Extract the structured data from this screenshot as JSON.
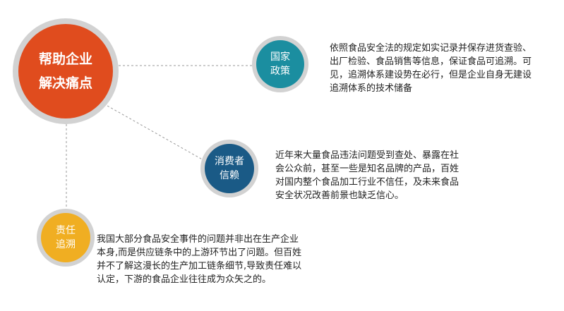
{
  "hub": {
    "line1": "帮助企业",
    "line2": "解决痛点"
  },
  "nodes": [
    {
      "line1": "国家",
      "line2": "政策",
      "color": "#1b8ea0",
      "text": "依照食品安全法的规定如实记录并保存进货查验、出厂检验、食品销售等信息，保证食品可追溯。可见，追溯体系建设势在必行，但是企业自身无建设追溯体系的技术储备"
    },
    {
      "line1": "消费者",
      "line2": "信赖",
      "color": "#1a5a86",
      "text": "近年来大量食品违法问题受到查处、暴露在社会公众前，甚至一些是知名品牌的产品，百姓对国内整个食品加工行业不信任，及未来食品安全状况改善前景也缺乏信心。"
    },
    {
      "line1": "责任",
      "line2": "追溯",
      "color": "#f0ae22",
      "text": "我国大部分食品安全事件的问题并非出在生产企业本身,而是供应链条中的上游环节出了问题。但百姓并不了解这漫长的生产加工链条细节,导致责任难以认定，下游的食品企业往往成为众矢之的。"
    }
  ],
  "colors": {
    "hub": "#e04c1e",
    "ring": "#d2d2d2",
    "connector": "#999999"
  }
}
